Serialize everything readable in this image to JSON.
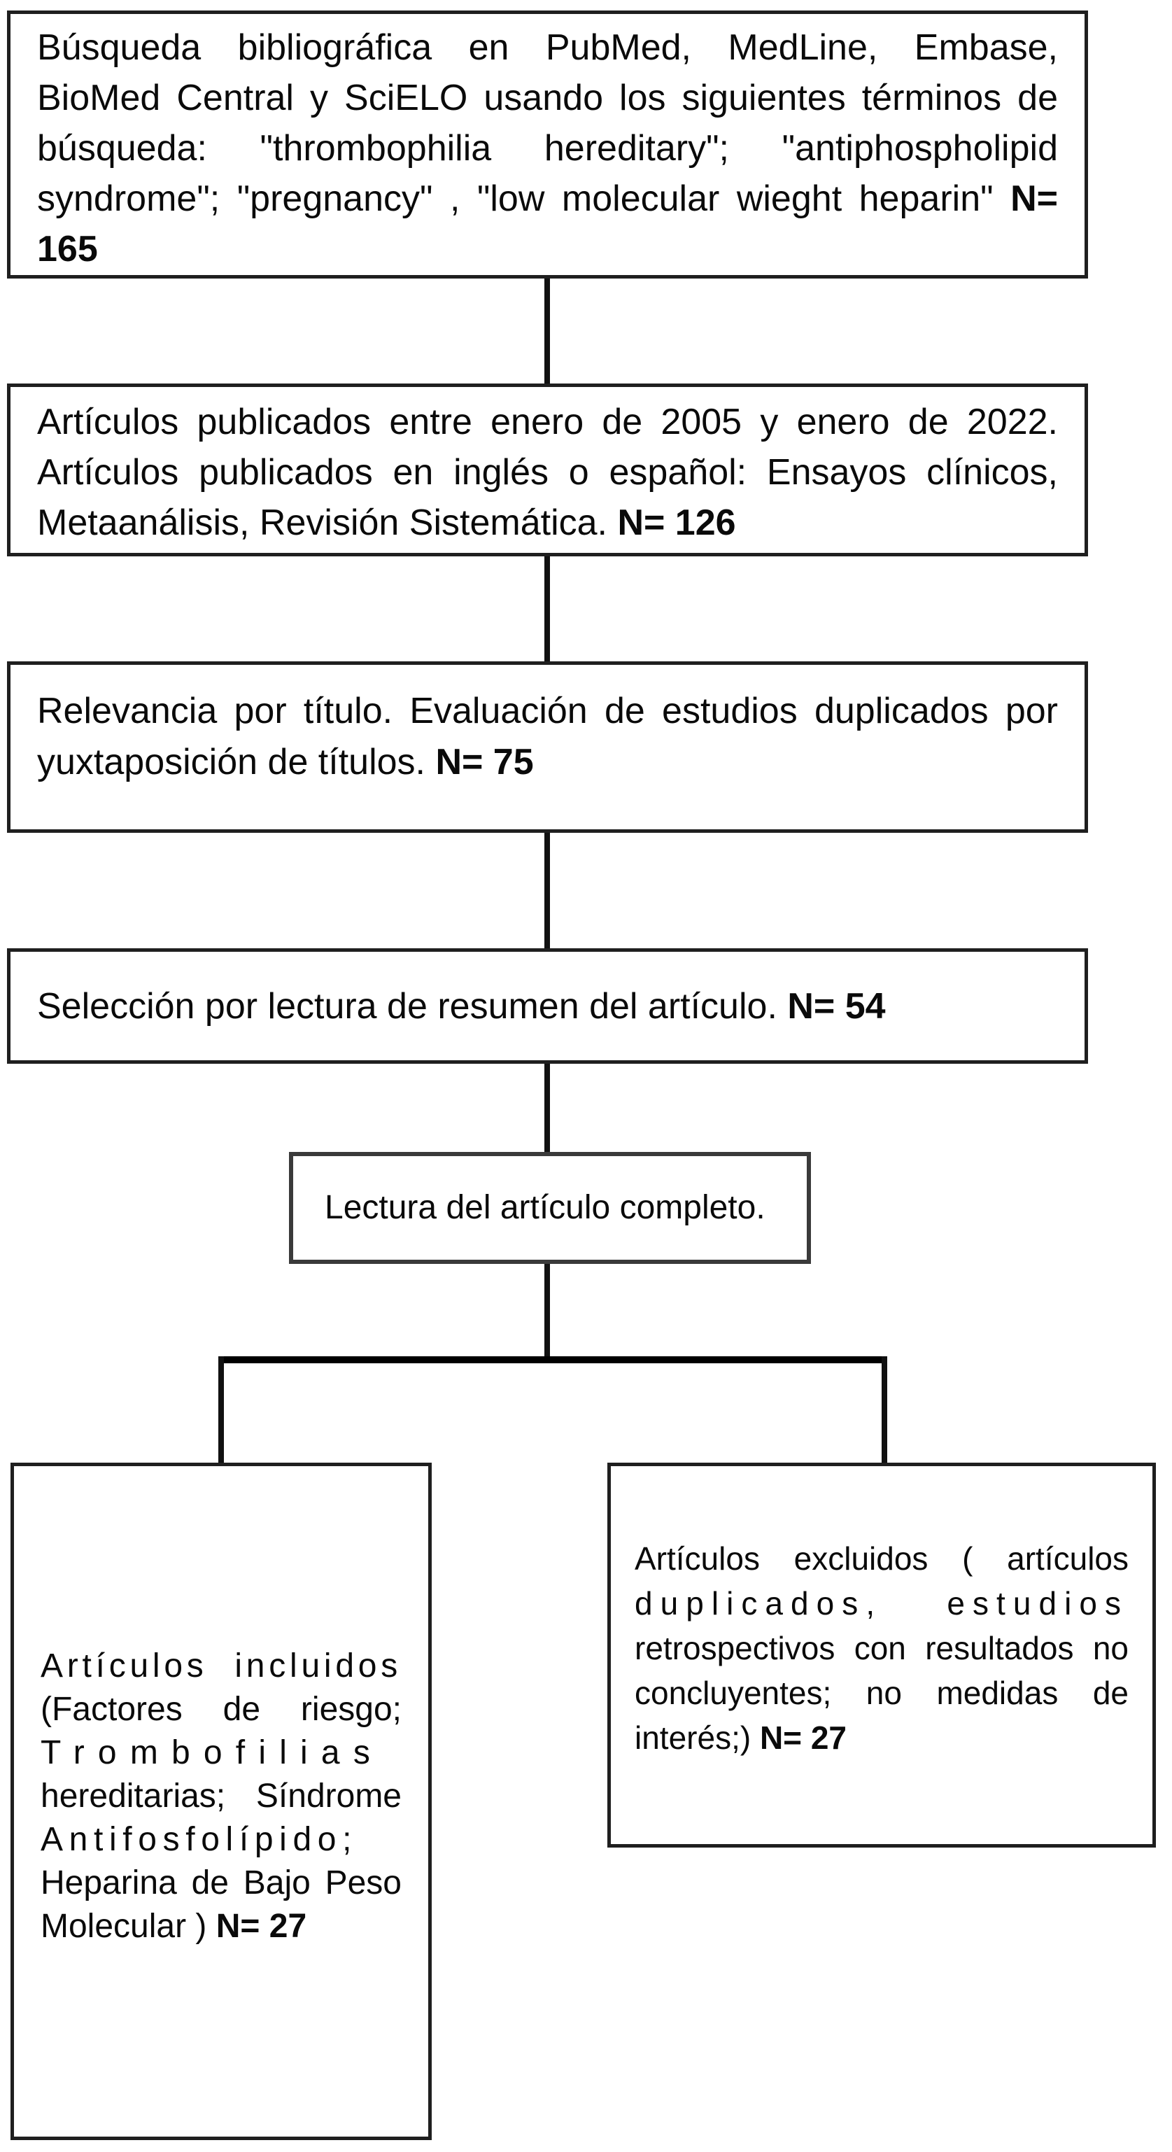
{
  "flowchart": {
    "colors": {
      "background": "#ffffff",
      "box_border": "#1f1f1f",
      "connector": "#111111",
      "text": "#0a0a0a"
    },
    "boxes": {
      "search": {
        "label": "literature-search",
        "lines": [
          {
            "segments": [
              {
                "text": "Búsqueda bibliográfica en PubMed, MedLine, Embase,"
              }
            ]
          },
          {
            "segments": [
              {
                "text": "BioMed Central y SciELO usando los siguientes términos de"
              }
            ]
          },
          {
            "segments": [
              {
                "text": "búsqueda: \"thrombophilia hereditary\"; \"antiphospholipid"
              }
            ]
          },
          {
            "segments": [
              {
                "text": "syndrome\"; \"pregnancy\" , \"low molecular wieght heparin\" "
              },
              {
                "text": "N=",
                "bold": true
              }
            ]
          },
          {
            "segments": [
              {
                "text": "165",
                "bold": true
              }
            ]
          }
        ]
      },
      "filter": {
        "label": "date-language-filter",
        "lines": [
          {
            "segments": [
              {
                "text": "Artículos publicados entre enero de 2005 y enero de 2022."
              }
            ]
          },
          {
            "segments": [
              {
                "text": "Artículos publicados en inglés o español: Ensayos clínicos,"
              }
            ]
          },
          {
            "segments": [
              {
                "text": "Metaanálisis, Revisión Sistemática. "
              },
              {
                "text": "N= 126",
                "bold": true
              }
            ]
          }
        ]
      },
      "title_relevance": {
        "label": "title-relevance-screening",
        "lines": [
          {
            "segments": [
              {
                "text": "Relevancia por título. Evaluación de estudios duplicados por"
              }
            ]
          },
          {
            "segments": [
              {
                "text": "yuxtaposición de títulos. "
              },
              {
                "text": "N= 75",
                "bold": true
              }
            ]
          }
        ]
      },
      "abstract": {
        "label": "abstract-selection",
        "lines": [
          {
            "segments": [
              {
                "text": "Selección por lectura de resumen del artículo. "
              },
              {
                "text": "N= 54",
                "bold": true
              }
            ]
          }
        ]
      },
      "fulltext": {
        "label": "full-text-reading",
        "lines": [
          {
            "segments": [
              {
                "text": "Lectura del artículo completo."
              }
            ]
          }
        ]
      },
      "included": {
        "label": "included-articles",
        "lines": [
          {
            "tracking": "wide",
            "segments": [
              {
                "text": "Artículos incluidos"
              }
            ]
          },
          {
            "segments": [
              {
                "text": "(Factores de riesgo;"
              }
            ]
          },
          {
            "tracking": "widest",
            "segments": [
              {
                "text": "Trombofilias"
              }
            ]
          },
          {
            "segments": [
              {
                "text": "hereditarias; Síndrome"
              }
            ]
          },
          {
            "tracking": "wider",
            "segments": [
              {
                "text": "Antifosfolípido;"
              }
            ]
          },
          {
            "segments": [
              {
                "text": "Heparina de Bajo Peso"
              }
            ]
          },
          {
            "segments": [
              {
                "text": "Molecular ) "
              },
              {
                "text": "N= 27",
                "bold": true
              }
            ]
          }
        ]
      },
      "excluded": {
        "label": "excluded-articles",
        "lines": [
          {
            "segments": [
              {
                "text": "Artículos excluidos ( artículos"
              }
            ]
          },
          {
            "tracking": "xwide",
            "segments": [
              {
                "text": "duplicados, estudios"
              }
            ]
          },
          {
            "segments": [
              {
                "text": "retrospectivos con resultados no"
              }
            ]
          },
          {
            "segments": [
              {
                "text": "concluyentes; no medidas de"
              }
            ]
          },
          {
            "segments": [
              {
                "text": "interés;) "
              },
              {
                "text": "N= 27",
                "bold": true
              }
            ]
          }
        ]
      }
    }
  }
}
